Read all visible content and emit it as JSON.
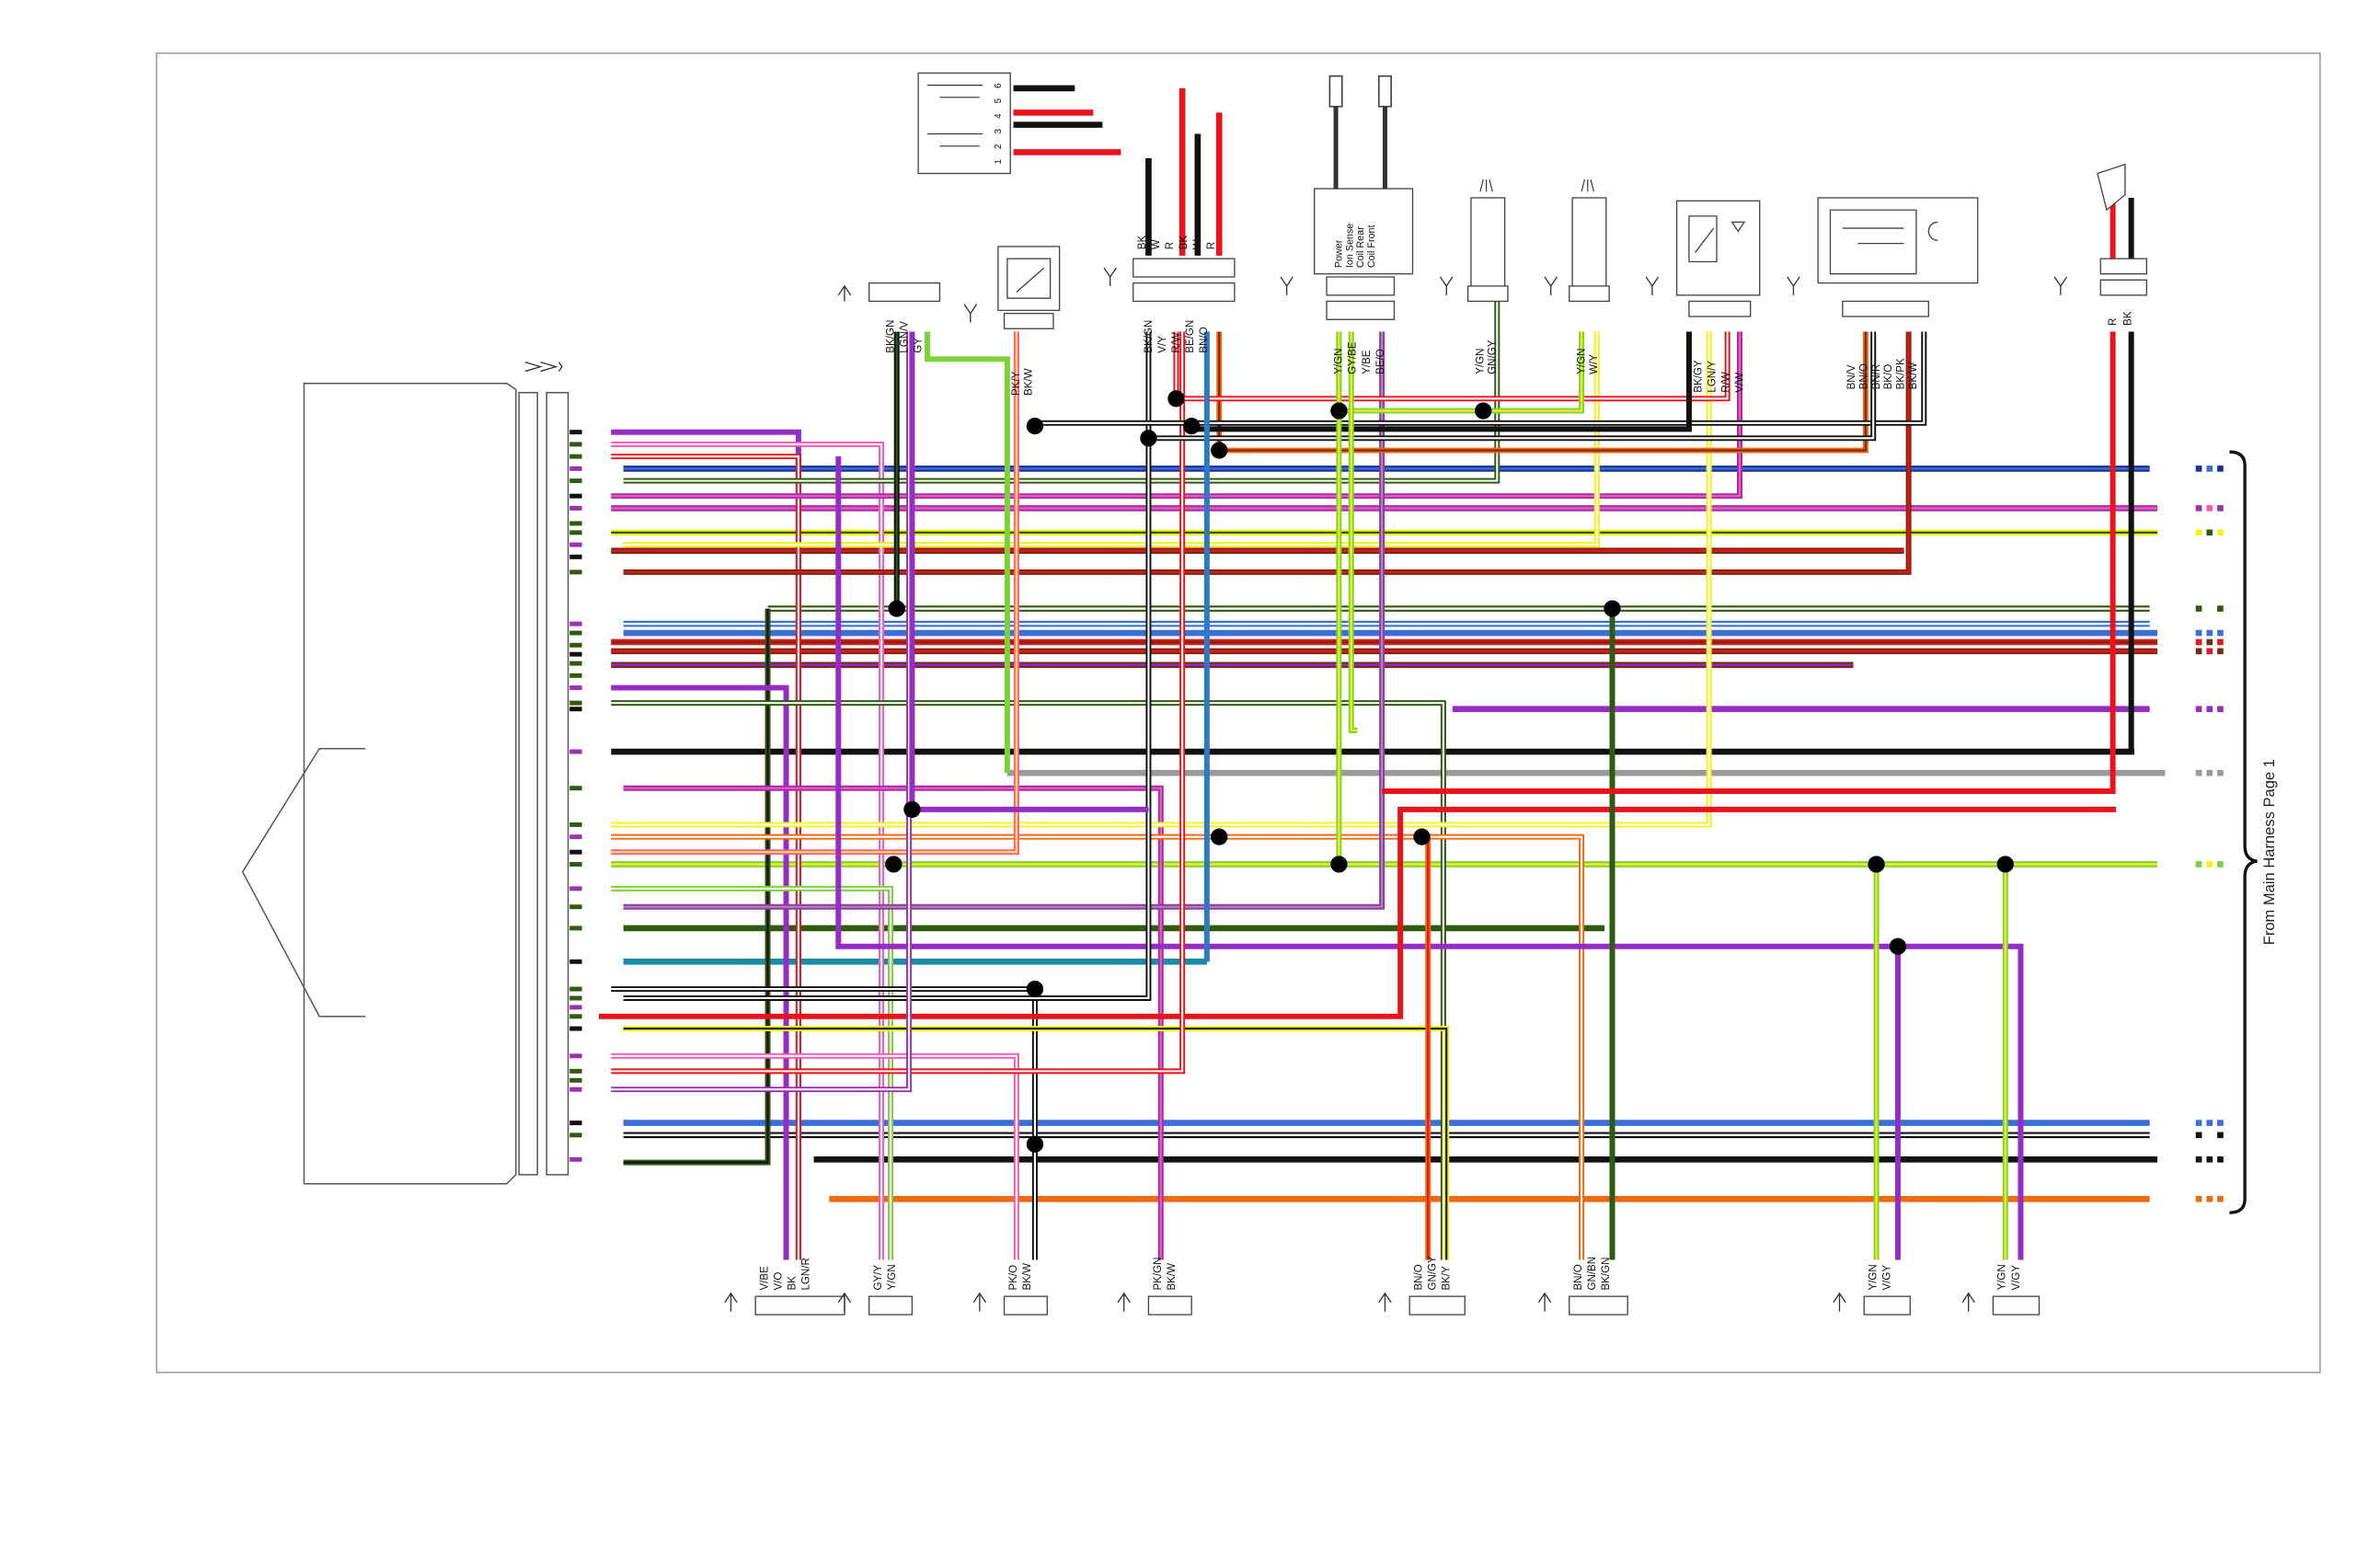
{
  "side_label": "From Main Harness Page 1",
  "colors": {
    "BK": "#111111",
    "R": "#e8141b",
    "W": "#ffffff",
    "V": "#8a2be2",
    "Y": "#f3f01a",
    "GN": "#2e8b2e",
    "LGN": "#7fd13b",
    "GY": "#9a9a9a",
    "BN": "#7a2a10",
    "O": "#ee6a10",
    "PK": "#ff55b5",
    "BE": "#3a6fd8",
    "DGN": "#2f5a10",
    "TL": "#1a8aa6",
    "PR": "#9b30b0",
    "DBE": "#1a2f9a"
  },
  "top_components": [
    {
      "name": "switch-6pin",
      "pins": [
        "1",
        "2",
        "3",
        "4",
        "5",
        "6"
      ],
      "wires": [
        "BK",
        "W",
        "R",
        "BK",
        "W",
        "R"
      ]
    },
    {
      "name": "arrow-up-connector",
      "wires": [
        "BK/GN",
        "LGN/V",
        "GY"
      ]
    },
    {
      "name": "gauge-sensor",
      "wires": [
        "PK/Y",
        "BK/W"
      ]
    },
    {
      "name": "ignition-coil",
      "text": [
        "Power",
        "Ion Sense",
        "Coil Rear",
        "Coil Front"
      ],
      "wires": [
        "Y/GN",
        "GY/BE",
        "Y/BE",
        "BE/O"
      ]
    },
    {
      "name": "spark-plug-left",
      "wires": [
        "Y/GN",
        "GN/GY"
      ]
    },
    {
      "name": "spark-plug-right",
      "wires": [
        "Y/GN",
        "W/Y"
      ]
    },
    {
      "name": "temp-sensor",
      "wires": [
        "BK/GY",
        "LGN/Y",
        "R/W",
        "V/W"
      ]
    },
    {
      "name": "throttle-sensor",
      "wires": [
        "BN/V",
        "BN/O",
        "BN/R",
        "BK/O",
        "BK/PK",
        "BK/W"
      ]
    },
    {
      "name": "crank-sensor",
      "wires": [
        "R",
        "BK"
      ]
    },
    {
      "name": "relay-block",
      "wires": [
        "BK",
        "W",
        "R",
        "BK",
        "W",
        "R",
        "BK/GN",
        "V/Y",
        "R/W",
        "BE/GN",
        "BN/O"
      ]
    }
  ],
  "bottom_connectors": [
    {
      "name": "bottom-connector-1",
      "wires": [
        "V/BE",
        "V/O",
        "BK",
        "LGN/R"
      ]
    },
    {
      "name": "bottom-connector-2",
      "wires": [
        "GY/Y",
        "Y/GN"
      ]
    },
    {
      "name": "bottom-connector-3",
      "wires": [
        "PK/O",
        "BK/W"
      ]
    },
    {
      "name": "bottom-connector-4",
      "wires": [
        "PK/GN",
        "BK/W"
      ]
    },
    {
      "name": "bottom-connector-5",
      "wires": [
        "BN/O",
        "GN/GY",
        "BK/Y"
      ]
    },
    {
      "name": "bottom-connector-6",
      "wires": [
        "BN/O",
        "GN/BN",
        "BK/GN"
      ]
    },
    {
      "name": "bottom-connector-7",
      "wires": [
        "Y/GN",
        "V/GY"
      ]
    },
    {
      "name": "bottom-connector-8",
      "wires": [
        "Y/GN",
        "V/GY"
      ]
    }
  ],
  "trunk_wires": [
    "DBE/BE",
    "PR/PK",
    "Y/DGN",
    "BN/R",
    "DGN/W",
    "BE/W",
    "R/BN",
    "BN/V",
    "DGN/BK",
    "PR/V",
    "BK",
    "GY",
    "R",
    "O/BN",
    "LGN/Y",
    "LGN",
    "DGN",
    "TL",
    "BK/W",
    "PK/R",
    "BE/BE",
    "BK/BK",
    "O/R"
  ]
}
